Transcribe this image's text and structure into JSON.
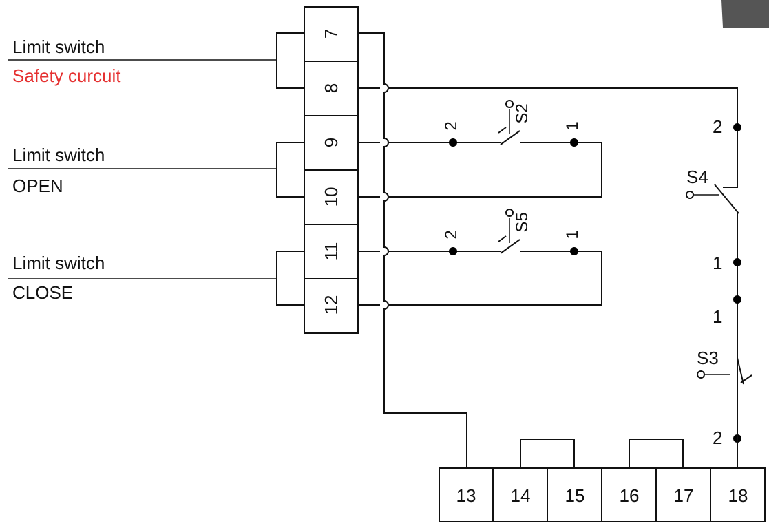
{
  "side_labels": {
    "safety_top": "Limit switch",
    "safety_bottom": "Safety curcuit",
    "open_top": "Limit switch",
    "open_bottom": "OPEN",
    "close_top": "Limit switch",
    "close_bottom": "CLOSE"
  },
  "left_terminals": [
    "7",
    "8",
    "9",
    "10",
    "11",
    "12"
  ],
  "bottom_terminals": [
    "13",
    "14",
    "15",
    "16",
    "17",
    "18"
  ],
  "switches": {
    "s2": {
      "name": "S2",
      "pin_left": "2",
      "pin_right": "1"
    },
    "s5": {
      "name": "S5",
      "pin_left": "2",
      "pin_right": "1"
    },
    "s4": {
      "name": "S4",
      "pin_top": "2",
      "pin_bottom": "1"
    },
    "s3": {
      "name": "S3",
      "pin_top": "1",
      "pin_bottom": "2"
    }
  },
  "colors": {
    "wire": "#111111",
    "safety_label": "#e53030"
  }
}
